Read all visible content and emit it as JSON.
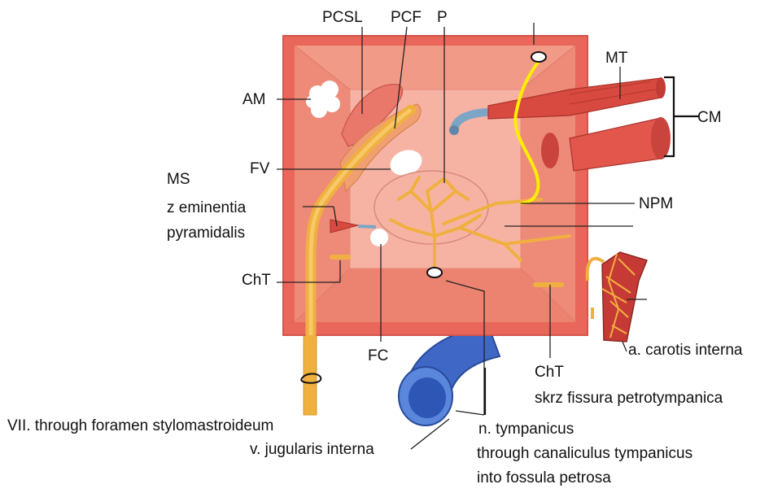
{
  "labels": {
    "pcsl": "PCSL",
    "pcf": "PCF",
    "p": "P",
    "mt": "MT",
    "am": "AM",
    "cm": "CM",
    "fv": "FV",
    "ms": "MS",
    "ms_line2": "z eminentia",
    "ms_line3": "pyramidalis",
    "npm": "NPM",
    "cht_left": "ChT",
    "cht_right": "ChT",
    "cht_right_line2": "skrz fissura petrotympanica",
    "fc": "FC",
    "carotis": "a. carotis interna",
    "vii": "VII. through foramen stylomastroideum",
    "jugularis": "v. jugularis interna",
    "tympanicus_line1": "n. tympanicus",
    "tympanicus_line2": "through canaliculus tympanicus",
    "tympanicus_line3": "into fossula petrosa"
  },
  "colors": {
    "box_outer": "#e8675a",
    "box_face": "#f3a898",
    "inner_wall": "#f08e7c",
    "back_wall": "#f6b3a4",
    "nerve": "#f5b446",
    "yellow_nerve": "#ffee00",
    "muscle": "#d8493f",
    "vein": "#3f68c6",
    "artery": "#c63a35"
  }
}
